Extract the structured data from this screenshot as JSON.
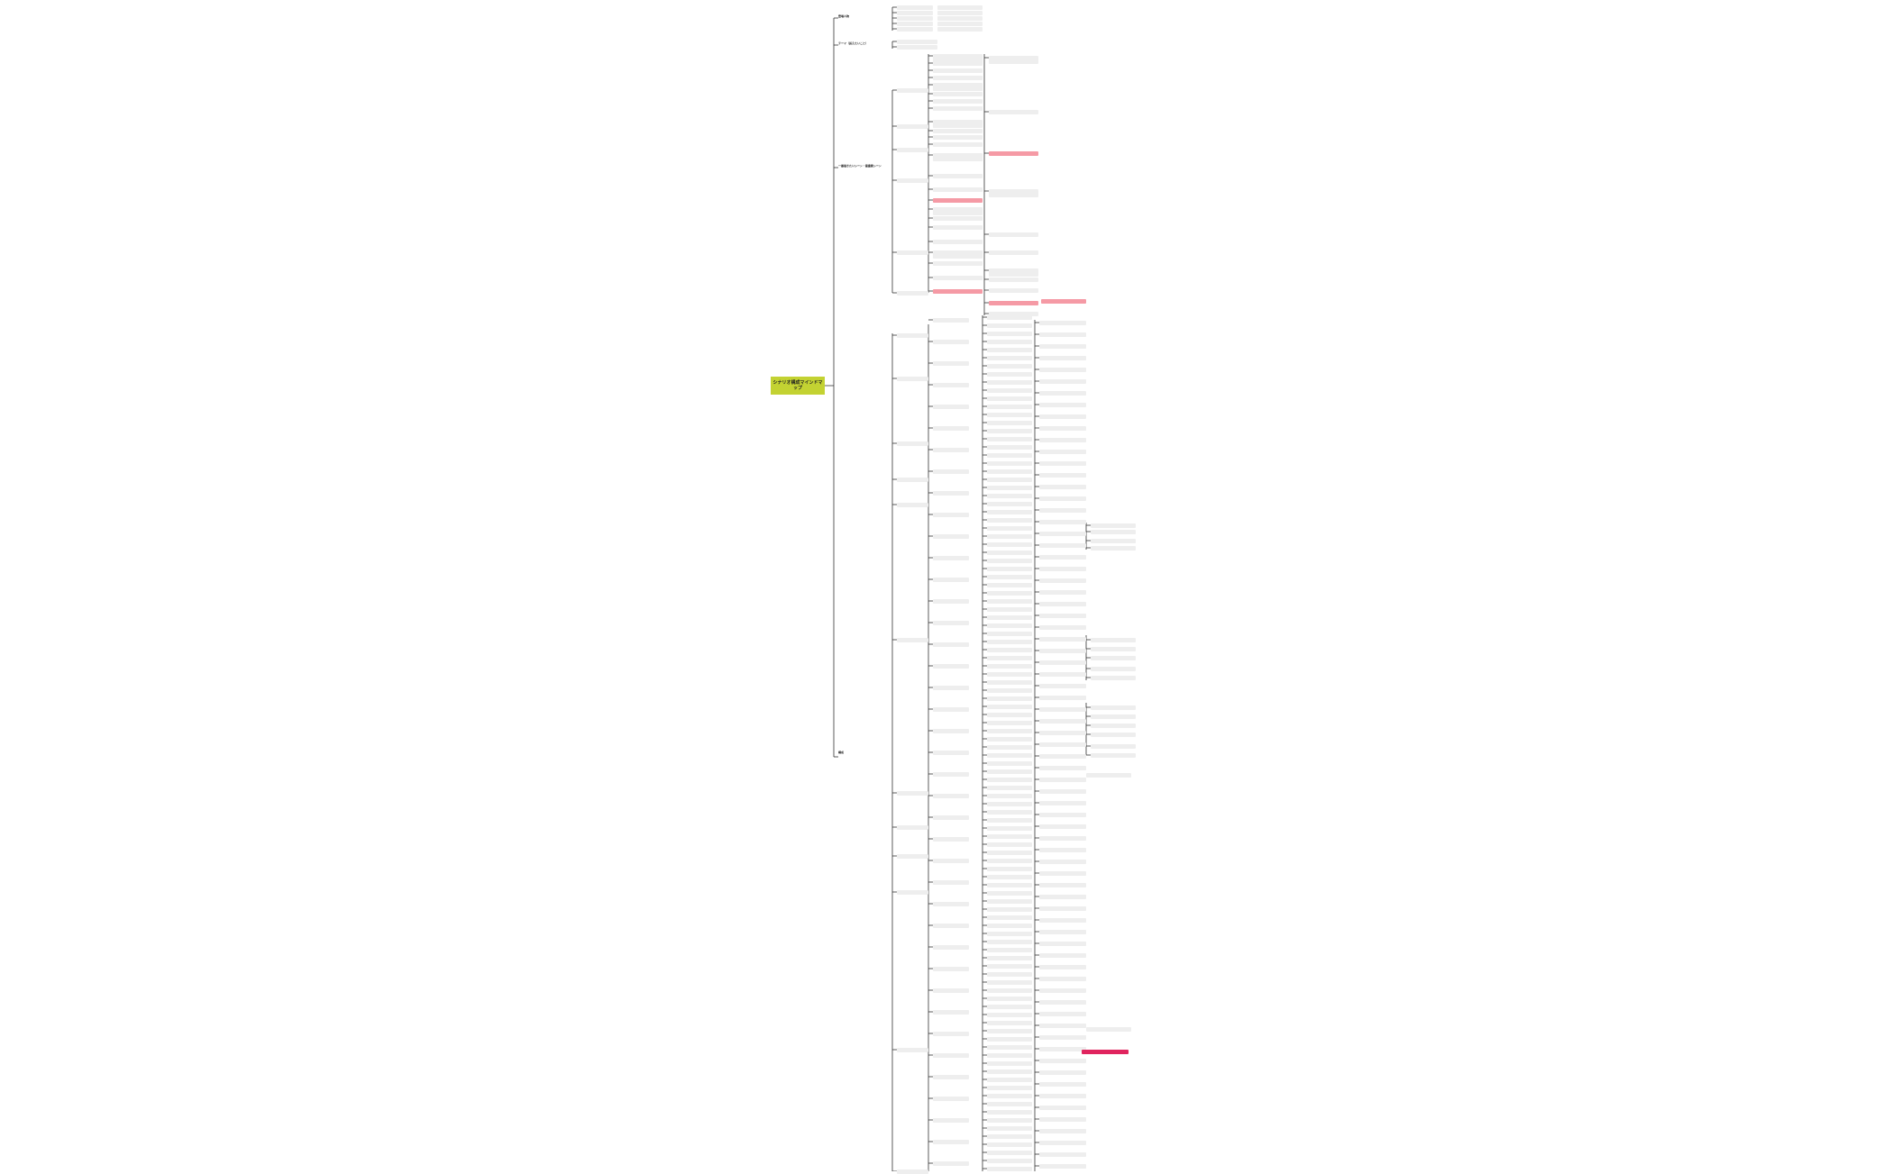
{
  "root": {
    "label": "シナリオ構成マインドマップ"
  },
  "branches": [
    {
      "id": "b1",
      "label": "登場人物"
    },
    {
      "id": "b2",
      "label": "テーマ（訴えたいこと）"
    },
    {
      "id": "b3",
      "label": "一番描きたいシーン・最重要シーン"
    },
    {
      "id": "b4",
      "label": "構成"
    }
  ],
  "colors": {
    "root": "#c3d232",
    "node": "#eeeeee",
    "highlight": "#f59aa5",
    "accent": "#e0245e",
    "line": "#333333"
  }
}
